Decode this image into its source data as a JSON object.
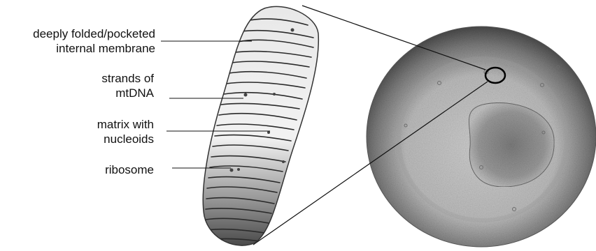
{
  "labels": {
    "membrane": [
      "deeply folded/pocketed",
      "internal membrane"
    ],
    "mtdna": [
      "strands of",
      "mtDNA"
    ],
    "matrix": [
      "matrix with",
      "nucleoids"
    ],
    "ribosome": [
      "ribosome"
    ]
  },
  "colors": {
    "ink": "#111111",
    "cell_dark": "#3c3c3c",
    "cell_mid": "#8a8a8a",
    "cell_light": "#d6d6d6"
  }
}
